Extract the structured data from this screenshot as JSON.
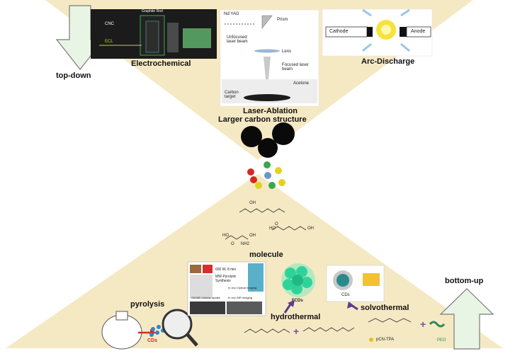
{
  "colors": {
    "funnel": "#f5e9c4",
    "arrow_fill": "#e9f5e4",
    "arrow_stroke": "#7a7a7a",
    "sphere_dark": "#0a0a0a",
    "fcd_green": "#2fd39a",
    "cd_blue": "#2e86c8"
  },
  "top_down": {
    "arrow_label": "top-down",
    "methods": [
      {
        "title": "Electrochemical",
        "labels": [
          "CNC",
          "ECL",
          "Graphite Rod"
        ]
      },
      {
        "title": "Laser-Ablation",
        "labels": [
          "Nd:YAG",
          "Prism",
          "Unfocused laser beam",
          "Lens",
          "Focused laser beam",
          "Acetone",
          "Carbon target"
        ]
      },
      {
        "title": "Arc-Discharge",
        "labels": [
          "Cathode",
          "Anode"
        ]
      }
    ]
  },
  "center": {
    "larger_label": "Larger carbon structure",
    "small_sphere_colors": [
      "#3aa84a",
      "#d42a20",
      "#e3d21e",
      "#6f95c8",
      "#d42a20",
      "#e3d21e",
      "#3aa84a",
      "#e3d21e"
    ],
    "molecule_label": "molecule",
    "molecule_atoms": [
      "OH",
      "HO",
      "OH",
      "O",
      "NH2",
      "O",
      "OH",
      "HO"
    ]
  },
  "bottom_up": {
    "arrow_label": "bottom-up",
    "methods": [
      {
        "title": "pyrolysis",
        "labels": [
          "CDs"
        ]
      },
      {
        "title": "hydrothermal",
        "labels": [
          "FCDs",
          "600 W, 8 min",
          "MW-Pyrolytic Synthesis",
          "SW480 Cellular uptake",
          "In vivo Optical imaging",
          "In vivo MR imaging"
        ]
      },
      {
        "title": "solvothermal",
        "labels": [
          "CDs",
          "pCN-TPA",
          "PEG"
        ]
      }
    ]
  }
}
